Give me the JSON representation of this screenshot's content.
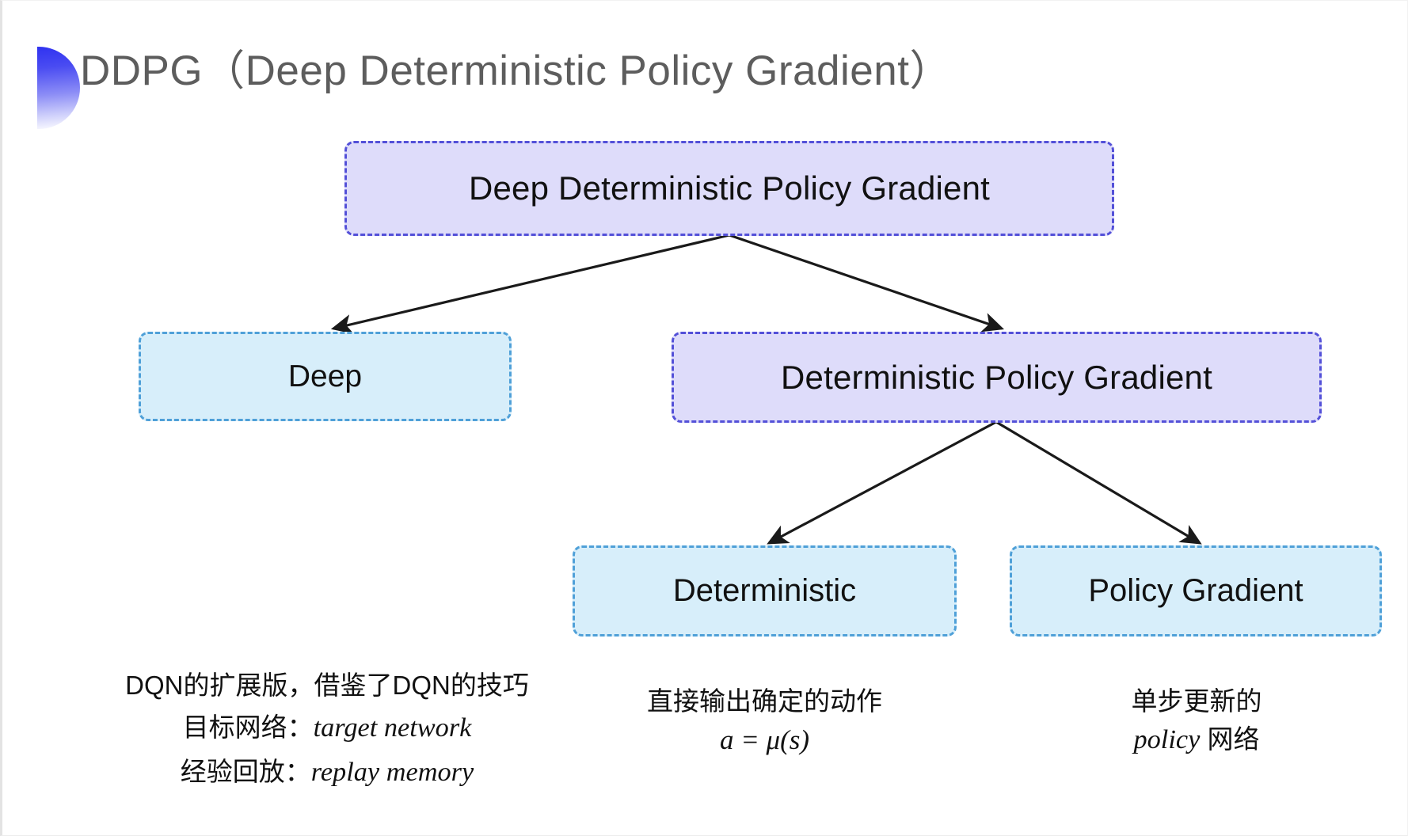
{
  "slide": {
    "title": "DDPG（Deep Deterministic Policy Gradient）",
    "background_color": "#ffffff",
    "title_color": "#5d5d5d",
    "decoration": "half-circle-gradient",
    "decoration_colors": [
      "#2b2ef0",
      "#ffffff"
    ]
  },
  "palette": {
    "purple_fill": "#dedcfa",
    "purple_border": "#5350d8",
    "cyan_fill": "#d7eefa",
    "cyan_border": "#4fa0d8",
    "arrow_color": "#1a1a1a",
    "text_color": "#111111"
  },
  "diagram": {
    "nodes": [
      {
        "id": "ddpg",
        "label": "Deep Deterministic Policy Gradient",
        "style": "purple",
        "level": 0
      },
      {
        "id": "deep",
        "label": "Deep",
        "style": "cyan",
        "level": 1
      },
      {
        "id": "dpg",
        "label": "Deterministic Policy Gradient",
        "style": "purple",
        "level": 1
      },
      {
        "id": "deterministic",
        "label": "Deterministic",
        "style": "cyan",
        "level": 2
      },
      {
        "id": "policy-gradient",
        "label": "Policy Gradient",
        "style": "cyan",
        "level": 2
      }
    ],
    "edges": [
      {
        "from": "ddpg",
        "to": "deep",
        "arrowhead": "solid-triangle"
      },
      {
        "from": "ddpg",
        "to": "dpg",
        "arrowhead": "solid-triangle"
      },
      {
        "from": "dpg",
        "to": "deterministic",
        "arrowhead": "solid-triangle"
      },
      {
        "from": "dpg",
        "to": "policy-gradient",
        "arrowhead": "solid-triangle"
      }
    ]
  },
  "captions": {
    "deep": {
      "line1": "DQN的扩展版，借鉴了DQN的技巧",
      "line2_label": "目标网络：",
      "line2_term": "target network",
      "line3_label": "经验回放：",
      "line3_term": "replay memory"
    },
    "deterministic": {
      "line1": "直接输出确定的动作",
      "formula": "a = μ(s)"
    },
    "policy_gradient": {
      "line1": "单步更新的",
      "line2_term": "policy",
      "line2_suffix": " 网络"
    }
  }
}
